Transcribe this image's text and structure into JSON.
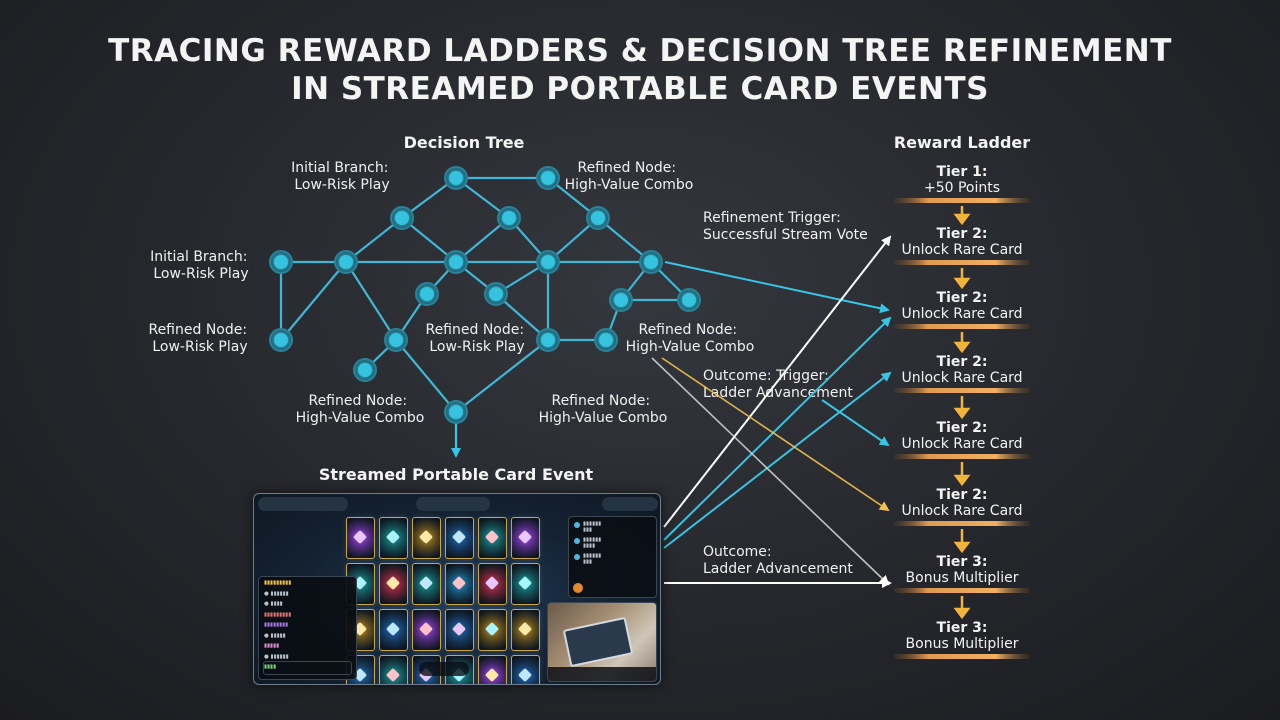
{
  "title": {
    "line1": "TRACING REWARD LADDERS & DECISION TREE REFINEMENT",
    "line2": "IN STREAMED PORTABLE CARD EVENTS"
  },
  "decision_tree": {
    "heading": "Decision Tree",
    "labels": {
      "initial_top": [
        "Initial Branch:",
        "Low-Risk Play"
      ],
      "initial_left": [
        "Initial Branch:",
        "Low-Risk Play"
      ],
      "refined_top_right": [
        "Refined Node:",
        "High-Value Combo"
      ],
      "refined_left": [
        "Refined Node:",
        "Low-Risk Play"
      ],
      "refined_center": [
        "Refined Node:",
        "Low-Risk Play"
      ],
      "refined_right": [
        "Refined Node:",
        "High-Value Combo"
      ],
      "refined_bottom_left": [
        "Refined Node:",
        "High-Value Combo"
      ],
      "refined_bottom_right": [
        "Refined Node:",
        "High-Value Combo"
      ]
    },
    "colors": {
      "node": "#35c3e0",
      "edge": "#3fb7d6"
    }
  },
  "annotations": {
    "refinement_trigger": [
      "Refinement Trigger:",
      "Successful Stream Vote"
    ],
    "outcome_trigger": [
      "Outcome: Trigger:",
      "Ladder Advancement"
    ],
    "outcome": [
      "Outcome:",
      "Ladder Advancement"
    ]
  },
  "reward_ladder": {
    "heading": "Reward Ladder",
    "tiers": [
      {
        "title": "Tier 1:",
        "text": "+50 Points"
      },
      {
        "title": "Tier 2:",
        "text": "Unlock Rare Card"
      },
      {
        "title": "Tier 2:",
        "text": "Unlock Rare Card"
      },
      {
        "title": "Tier 2:",
        "text": "Unlock Rare Card"
      },
      {
        "title": "Tier 2:",
        "text": "Unlock Rare Card"
      },
      {
        "title": "Tier 2:",
        "text": "Unlock Rare Card"
      },
      {
        "title": "Tier 3:",
        "text": "Bonus Multiplier"
      },
      {
        "title": "Tier 3:",
        "text": "Bonus Multiplier"
      }
    ],
    "colors": {
      "arrow": "#f2b33d",
      "bar": "#e8a050"
    }
  },
  "stream_event": {
    "heading": "Streamed Portable Card Event"
  }
}
